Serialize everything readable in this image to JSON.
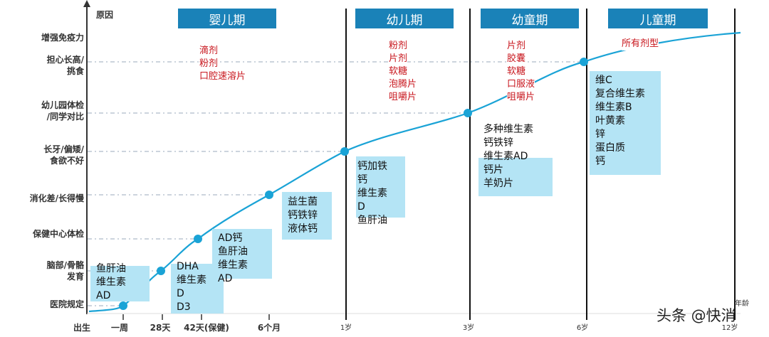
{
  "y_axis": {
    "title": "原因",
    "labels": [
      "增强免疫力",
      "担心长高/\n挑食",
      "幼儿园体检\n/同学对比",
      "长牙/偏矮/\n食欲不好",
      "消化差/长得慢",
      "保健中心体检",
      "脑部/骨骼\n发育",
      "医院规定"
    ]
  },
  "x_axis": {
    "title": "年龄",
    "labels": [
      "出生",
      "一周",
      "28天",
      "42天(保健)",
      "6个月",
      "1岁",
      "3岁",
      "6岁",
      "12岁"
    ]
  },
  "phases": [
    "婴儿期",
    "幼儿期",
    "幼童期",
    "儿童期"
  ],
  "dosage_forms": [
    [
      "滴剂",
      "粉剂",
      "口腔速溶片"
    ],
    [
      "粉剂",
      "片剂",
      "软糖",
      "泡腾片",
      "咀嚼片"
    ],
    [
      "片剂",
      "胶囊",
      "软糖",
      "口服液",
      "咀嚼片"
    ],
    [
      "所有剂型"
    ]
  ],
  "supplements": [
    [
      "鱼肝油",
      "维生素",
      "AD"
    ],
    [
      "DHA",
      "维生素",
      "D",
      "D3"
    ],
    [
      "AD钙",
      "鱼肝油",
      "维生素",
      "AD"
    ],
    [
      "益生菌",
      "钙铁锌",
      "液体钙"
    ],
    [
      "钙加铁",
      "钙",
      "维生素",
      "D",
      "鱼肝油"
    ],
    [
      "多种维生素",
      "钙铁锌",
      "维生素AD",
      "钙片",
      "羊奶片"
    ],
    [
      "维C",
      "复合维生素",
      "维生素B",
      "叶黄素",
      "锌",
      "蛋白质",
      "钙"
    ]
  ],
  "colors": {
    "curve": "#1aa3d6",
    "phase": "#1a82b8",
    "box": "#b4e4f5",
    "red": "#c8161d"
  },
  "watermark": "头条 @快消"
}
